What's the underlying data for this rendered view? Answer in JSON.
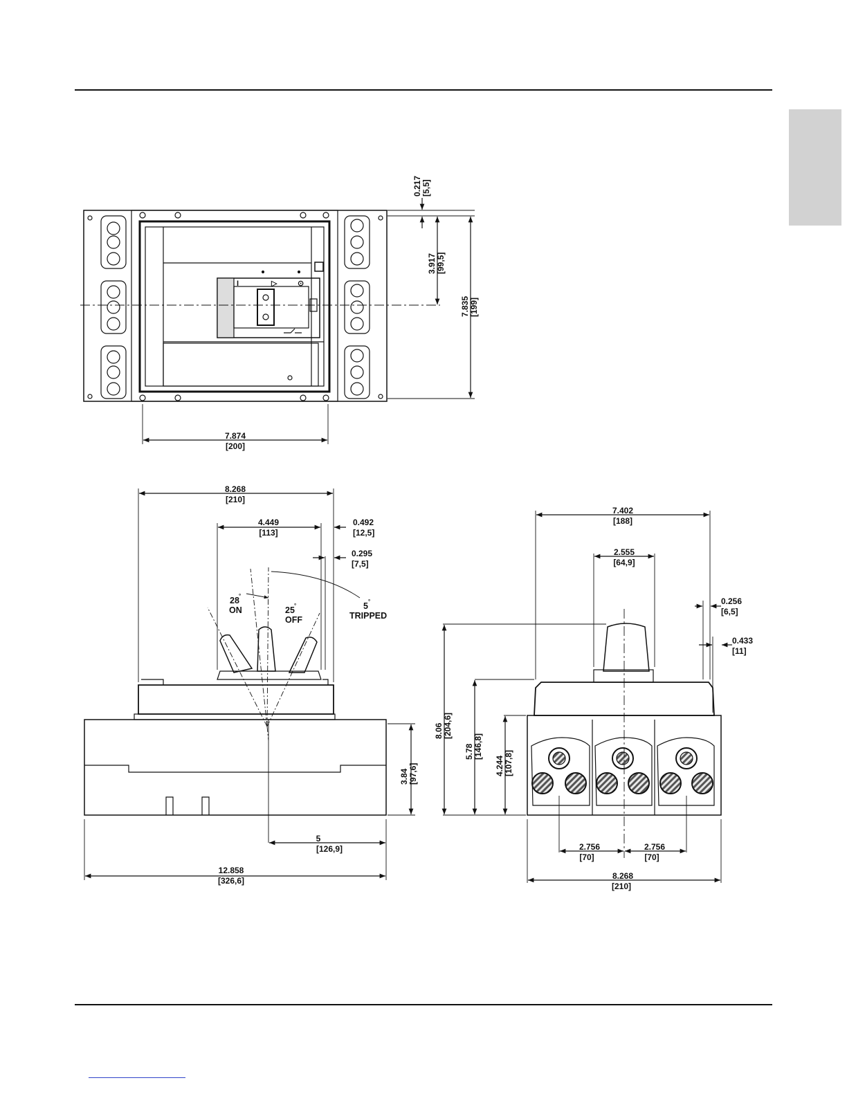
{
  "colors": {
    "line": "#111111",
    "tab": "#d2d2d2",
    "hatch": "#555555",
    "link": "#2f43c9"
  },
  "top_view": {
    "dims": [
      {
        "id": "dim-0217",
        "value": "0.217",
        "metric": "[5,5]"
      },
      {
        "id": "dim-3917",
        "value": "3.917",
        "metric": "[99,5]"
      },
      {
        "id": "dim-7835",
        "value": "7.835",
        "metric": "[199]"
      },
      {
        "id": "dim-7874",
        "value": "7.874",
        "metric": "[200]"
      }
    ],
    "handle_symbols": {
      "on": "I",
      "tripped": "▷",
      "off": "⊙"
    }
  },
  "side_view": {
    "dims": [
      {
        "id": "dim-8268-side",
        "value": "8.268",
        "metric": "[210]"
      },
      {
        "id": "dim-4449",
        "value": "4.449",
        "metric": "[113]"
      },
      {
        "id": "dim-0492",
        "value": "0.492",
        "metric": "[12,5]"
      },
      {
        "id": "dim-0295",
        "value": "0.295",
        "metric": "[7,5]"
      },
      {
        "id": "dim-384",
        "value": "3.84",
        "metric": "[97,6]"
      },
      {
        "id": "dim-5",
        "value": "5",
        "metric": "[126,9]"
      },
      {
        "id": "dim-12858",
        "value": "12.858",
        "metric": "[326,6]"
      }
    ],
    "angles": [
      {
        "id": "angle-on",
        "degrees": "28",
        "label": "ON"
      },
      {
        "id": "angle-off",
        "degrees": "25",
        "label": "OFF"
      },
      {
        "id": "angle-tripped",
        "degrees": "5",
        "label": "TRIPPED"
      }
    ],
    "degree_symbol": "°"
  },
  "front_view": {
    "dims": [
      {
        "id": "dim-7402",
        "value": "7.402",
        "metric": "[188]"
      },
      {
        "id": "dim-2555",
        "value": "2.555",
        "metric": "[64,9]"
      },
      {
        "id": "dim-0256",
        "value": "0.256",
        "metric": "[6,5]"
      },
      {
        "id": "dim-0433",
        "value": "0.433",
        "metric": "[11]"
      },
      {
        "id": "dim-806",
        "value": "8.06",
        "metric": "[204,6]"
      },
      {
        "id": "dim-578",
        "value": "5.78",
        "metric": "[146,8]"
      },
      {
        "id": "dim-4244",
        "value": "4.244",
        "metric": "[107,8]"
      },
      {
        "id": "dim-2756-left",
        "value": "2.756",
        "metric": "[70]"
      },
      {
        "id": "dim-2756-right",
        "value": "2.756",
        "metric": "[70]"
      },
      {
        "id": "dim-8268-front",
        "value": "8.268",
        "metric": "[210]"
      }
    ]
  }
}
